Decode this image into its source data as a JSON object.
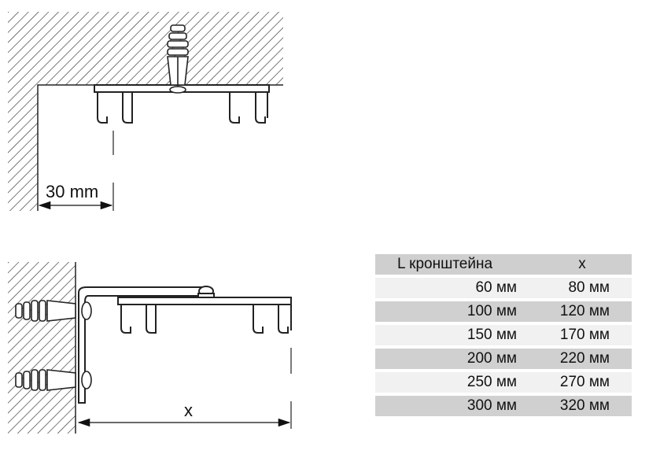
{
  "top_view": {
    "dimension_label": "30 mm"
  },
  "bottom_view": {
    "dimension_label": "x"
  },
  "table": {
    "header": {
      "col1": "L  кронштейна",
      "col2": "x"
    },
    "rows": [
      {
        "l": "60 мм",
        "x": "80 мм",
        "shade": "#f1f1f1"
      },
      {
        "l": "100 мм",
        "x": "120 мм",
        "shade": "#d0d0d0"
      },
      {
        "l": "150 мм",
        "x": "170 мм",
        "shade": "#f1f1f1"
      },
      {
        "l": "200 мм",
        "x": "220 мм",
        "shade": "#d0d0d0"
      },
      {
        "l": "250 мм",
        "x": "270 мм",
        "shade": "#f1f1f1"
      },
      {
        "l": "300 мм",
        "x": "320 мм",
        "shade": "#d0d0d0"
      }
    ]
  }
}
